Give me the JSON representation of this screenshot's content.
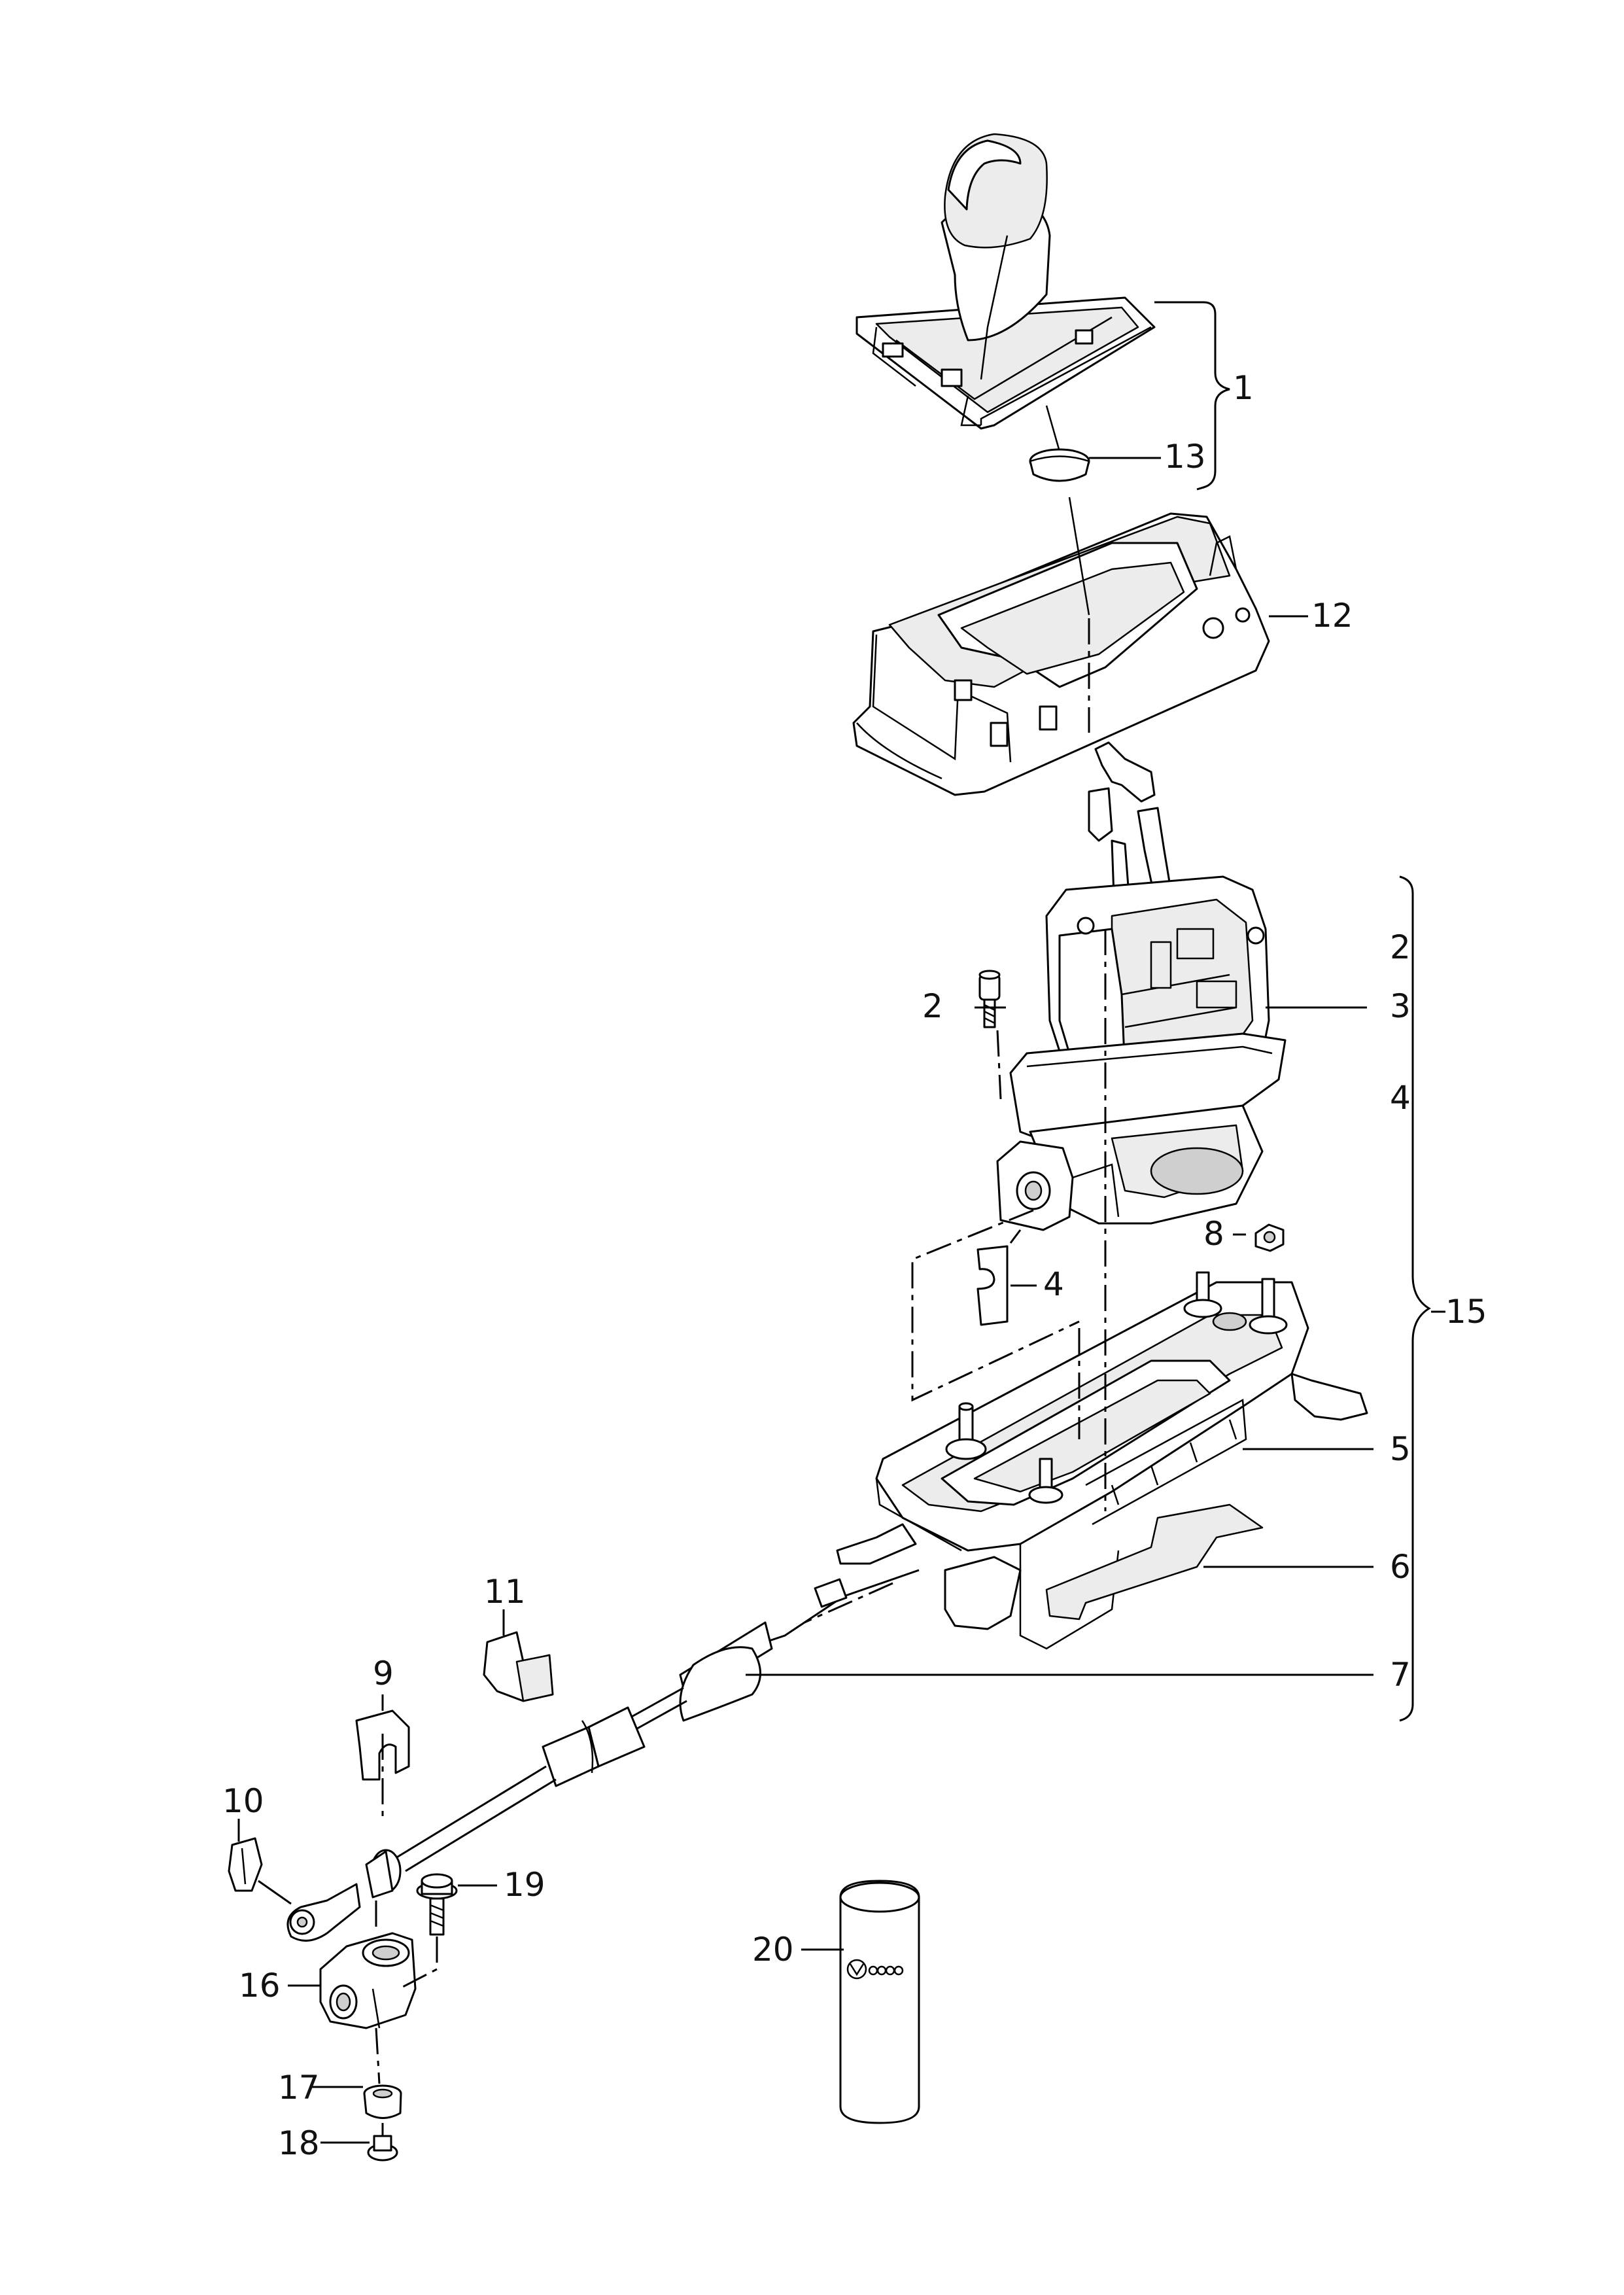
{
  "callouts": [
    {
      "id": "1",
      "text": "1"
    },
    {
      "id": "2a",
      "text": "2"
    },
    {
      "id": "2b",
      "text": "2"
    },
    {
      "id": "3",
      "text": "3"
    },
    {
      "id": "4a",
      "text": "4"
    },
    {
      "id": "4b",
      "text": "4"
    },
    {
      "id": "5",
      "text": "5"
    },
    {
      "id": "6",
      "text": "6"
    },
    {
      "id": "7",
      "text": "7"
    },
    {
      "id": "8",
      "text": "8"
    },
    {
      "id": "9",
      "text": "9"
    },
    {
      "id": "10",
      "text": "10"
    },
    {
      "id": "11",
      "text": "11"
    },
    {
      "id": "12",
      "text": "12"
    },
    {
      "id": "13",
      "text": "13"
    },
    {
      "id": "15",
      "text": "15"
    },
    {
      "id": "16",
      "text": "16"
    },
    {
      "id": "17",
      "text": "17"
    },
    {
      "id": "18",
      "text": "18"
    },
    {
      "id": "19",
      "text": "19"
    },
    {
      "id": "20",
      "text": "20"
    }
  ]
}
